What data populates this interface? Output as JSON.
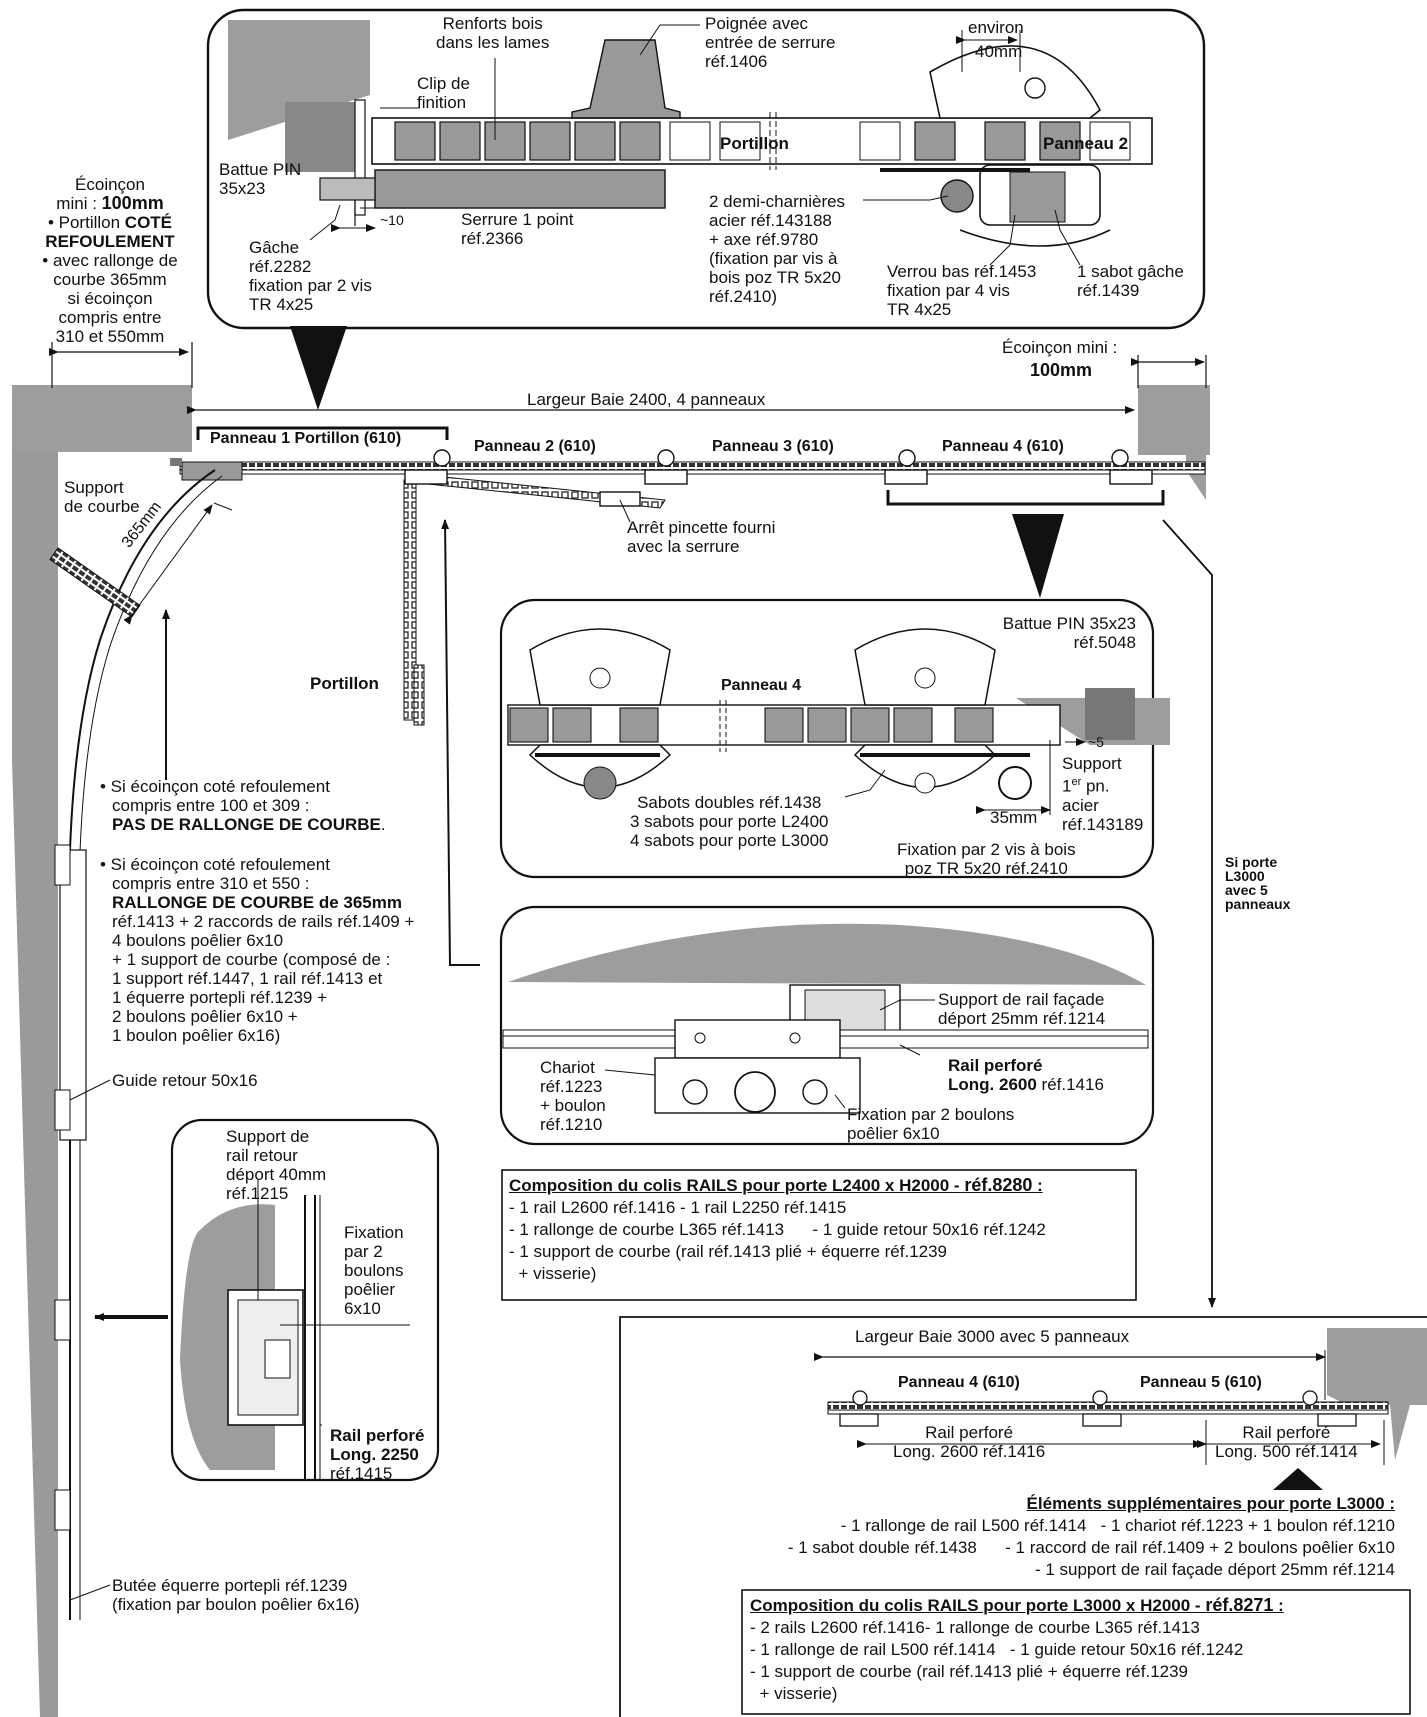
{
  "top_callout": {
    "renforts": [
      "Renforts bois",
      "dans les lames"
    ],
    "poignee": [
      "Poignée avec",
      "entrée de serrure",
      "réf.1406"
    ],
    "environ": "environ",
    "environ_dim": "40mm",
    "clip": [
      "Clip de",
      "finition"
    ],
    "battue": [
      "Battue PIN",
      "35x23"
    ],
    "portillon": "Portillon",
    "panneau2": "Panneau 2",
    "dim10": "~10",
    "serrure": [
      "Serrure 1 point",
      "réf.2366"
    ],
    "gache": [
      "Gâche",
      "réf.2282",
      "fixation par 2 vis",
      "TR 4x25"
    ],
    "charnieres": [
      "2 demi-charnières",
      "acier réf.143188",
      "+ axe réf.9780",
      "(fixation par vis à",
      "bois poz TR 5x20",
      "réf.2410)"
    ],
    "verrou": [
      "Verrou bas réf.1453",
      "fixation par 4 vis",
      "TR 4x25"
    ],
    "sabot_gache": [
      "1 sabot gâche",
      "réf.1439"
    ]
  },
  "left_notes": {
    "ecoincon_title": "Écoinçon",
    "ecoincon_mini_label": "mini :",
    "ecoincon_mini_value": "100mm",
    "portillon_prefix": "• Portillon",
    "portillon_bold": "COTÉ",
    "refoulement": "REFOULEMENT",
    "rallonge": [
      "• avec rallonge de",
      "courbe 365mm",
      "si écoinçon",
      "compris entre",
      "310 et 550mm"
    ]
  },
  "right_top": {
    "ecoincon_label": "Écoinçon mini :",
    "ecoincon_value": "100mm"
  },
  "main": {
    "largeur": "Largeur Baie 2400, 4 panneaux",
    "panneau1": "Panneau 1 Portillon (610)",
    "panneau2": "Panneau 2 (610)",
    "panneau3": "Panneau 3 (610)",
    "panneau4": "Panneau 4 (610)",
    "support_courbe": [
      "Support",
      "de courbe"
    ],
    "dim365": "365mm",
    "arret": [
      "Arrêt pincette fourni",
      "avec la serrure"
    ],
    "portillon": "Portillon"
  },
  "mid_callout": {
    "battue": [
      "Battue PIN 35x23",
      "réf.5048"
    ],
    "panneau4": "Panneau 4",
    "dim5": "~5",
    "support_a": "Support",
    "support_b1": "1",
    "support_b_sup": "er",
    "support_b2": " pn.",
    "support_c": [
      "acier",
      "réf.143189"
    ],
    "dim35": "35mm",
    "sabots": [
      "Sabots doubles réf.1438",
      "3 sabots pour porte L2400",
      "4 sabots pour porte L3000"
    ],
    "fixation": [
      "Fixation par 2 vis à bois",
      "poz TR 5x20 réf.2410"
    ]
  },
  "notes": {
    "n1": [
      "• Si écoinçon coté refoulement",
      "compris entre 100 et 309 :"
    ],
    "n1_bold": "PAS DE RALLONGE DE COURBE",
    "n1_end": ".",
    "n2": [
      "• Si écoinçon coté refoulement",
      "compris entre 310 et 550 :"
    ],
    "n2_bold": "RALLONGE DE COURBE de 365mm",
    "n2_rest": [
      "réf.1413 + 2 raccords de rails réf.1409 +",
      "4 boulons poêlier 6x10",
      "+ 1 support de courbe (composé de :",
      "1 support réf.1447, 1 rail réf.1413 et",
      "1 équerre portepli réf.1239 +",
      "2 boulons poêlier 6x10 +",
      "1 boulon poêlier 6x16)"
    ],
    "guide": "Guide retour 50x16",
    "butee": [
      "Butée équerre portepli réf.1239",
      "(fixation par boulon poêlier 6x16)"
    ]
  },
  "chariot_callout": {
    "support": [
      "Support de rail façade",
      "déport 25mm réf.1214"
    ],
    "rail_bold": [
      "Rail perforé",
      "Long. 2600"
    ],
    "rail_ref": " réf.1416",
    "chariot": [
      "Chariot",
      "réf.1223",
      "+ boulon",
      "réf.1210"
    ],
    "fixation": [
      "Fixation par 2 boulons",
      "poêlier 6x10"
    ]
  },
  "colis_2400": {
    "title": "Composition du colis RAILS pour porte L2400 x H2000 - ",
    "title_ref": "réf.8280",
    "title_end": " :",
    "lines": [
      "- 1 rail L2600 réf.1416  - 1 rail L2250 réf.1415",
      "- 1 rallonge de courbe L365 réf.1413      - 1 guide retour 50x16 réf.1242",
      "- 1 support de courbe (rail réf.1413 plié + équerre réf.1239",
      "  + visserie)"
    ]
  },
  "retour_callout": {
    "support": [
      "Support de",
      "rail retour",
      "déport 40mm",
      "réf.1215"
    ],
    "fixation": [
      "Fixation",
      "par 2",
      "boulons",
      "poêlier",
      "6x10"
    ],
    "rail_bold": [
      "Rail perforé",
      "Long. 2250"
    ],
    "rail_ref": "réf.1415"
  },
  "si_porte": [
    "Si porte",
    "L3000",
    "avec 5",
    "panneaux"
  ],
  "l3000": {
    "largeur": "Largeur Baie 3000 avec 5 panneaux",
    "panneau4": "Panneau 4 (610)",
    "panneau5": "Panneau 5 (610)",
    "rail1": [
      "Rail perforé",
      "Long. 2600 réf.1416"
    ],
    "rail2": [
      "Rail perforé",
      "Long. 500 réf.1414"
    ],
    "supp_title": "Éléments supplémentaires pour porte L3000 :",
    "supp_lines": [
      "- 1 rallonge de rail L500 réf.1414   - 1 chariot réf.1223 + 1 boulon réf.1210",
      "- 1 sabot double réf.1438      - 1 raccord de rail réf.1409 + 2 boulons poêlier 6x10",
      "- 1 support de rail façade déport 25mm réf.1214"
    ]
  },
  "colis_3000": {
    "title": "Composition du colis RAILS pour porte L3000 x H2000 - ",
    "title_ref": "réf.8271",
    "title_end": " :",
    "lines": [
      "- 2 rails L2600 réf.1416- 1 rallonge de courbe L365 réf.1413",
      "- 1 rallonge de rail L500 réf.1414   - 1 guide retour 50x16 réf.1242",
      "- 1 support de courbe (rail réf.1413 plié + équerre réf.1239",
      "  + visserie)"
    ]
  }
}
